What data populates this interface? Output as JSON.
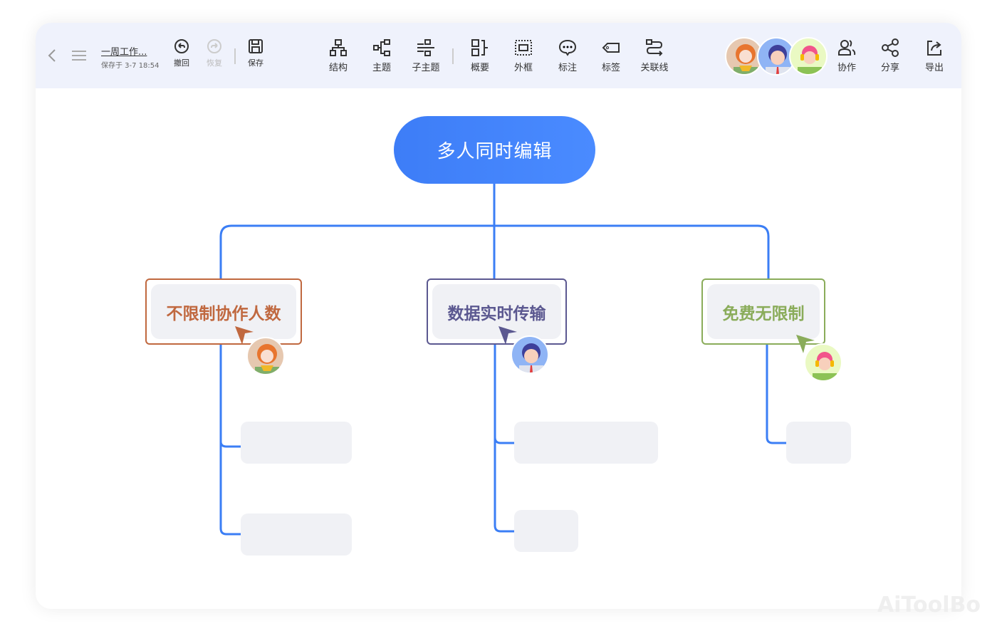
{
  "toolbar": {
    "doc_title": "一周工作...",
    "saved_at": "保存于 3-7 18:54",
    "undo": "撤回",
    "redo": "恢复",
    "save": "保存",
    "tools": [
      {
        "label": "结构",
        "icon": "structure-icon"
      },
      {
        "label": "主题",
        "icon": "topic-icon"
      },
      {
        "label": "子主题",
        "icon": "subtopic-icon"
      },
      {
        "label": "概要",
        "icon": "summary-icon"
      },
      {
        "label": "外框",
        "icon": "boundary-icon"
      },
      {
        "label": "标注",
        "icon": "callout-icon"
      },
      {
        "label": "标签",
        "icon": "tag-icon"
      },
      {
        "label": "关联线",
        "icon": "relationship-icon"
      }
    ],
    "collaborate": "协作",
    "share": "分享",
    "export": "导出"
  },
  "mindmap": {
    "root": "多人同时编辑",
    "branches": [
      {
        "label": "不限制协作人数",
        "color": "#c0683f"
      },
      {
        "label": "数据实时传输",
        "color": "#5b5890"
      },
      {
        "label": "免费无限制",
        "color": "#8aac5a"
      }
    ]
  },
  "colors": {
    "accent": "#3d7df7",
    "line": "#3b7ef5"
  },
  "watermark": "AiToolBo"
}
